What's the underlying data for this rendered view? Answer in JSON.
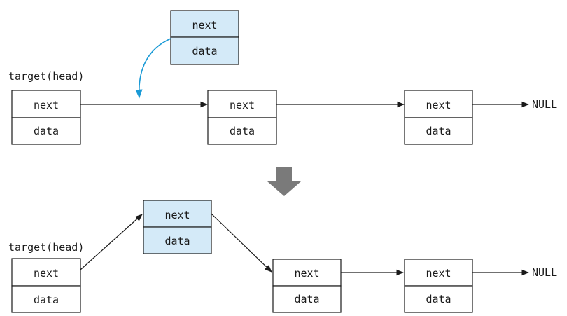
{
  "top": {
    "head_label": "target(head)",
    "new_node": {
      "next": "next",
      "data": "data"
    },
    "nodes": [
      {
        "next": "next",
        "data": "data"
      },
      {
        "next": "next",
        "data": "data"
      },
      {
        "next": "next",
        "data": "data"
      }
    ],
    "null_label": "NULL"
  },
  "bottom": {
    "head_label": "target(head)",
    "nodes": [
      {
        "next": "next",
        "data": "data"
      },
      {
        "next": "next",
        "data": "data"
      },
      {
        "next": "next",
        "data": "data"
      },
      {
        "next": "next",
        "data": "data"
      }
    ],
    "null_label": "NULL"
  },
  "colors": {
    "highlight_fill": "#d4eaf8",
    "curve_arrow": "#1a9ad6",
    "transition_arrow": "#7a7a7a"
  }
}
